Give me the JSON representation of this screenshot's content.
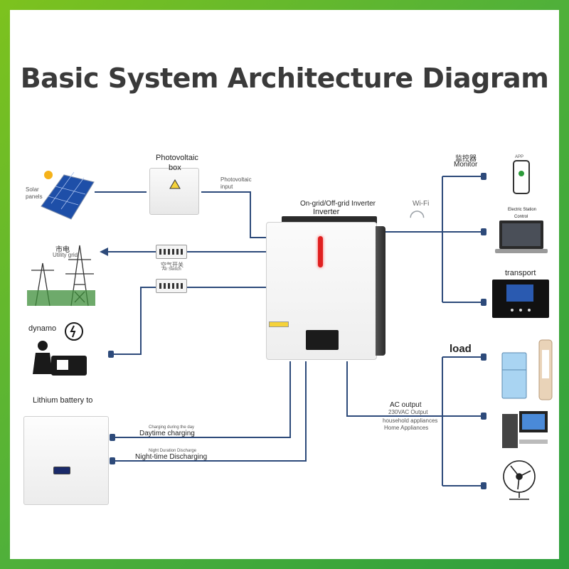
{
  "title": "Basic System Architecture Diagram",
  "labels": {
    "photovoltaic_box": "Photovoltaic",
    "photovoltaic_box_2": "box",
    "solar_panels": "Solar panels",
    "photovoltaic_input": "Photovoltaic input",
    "utility_grid_cn": "市电",
    "utility_grid": "Utility grid",
    "breaker_label": "空气开关",
    "breaker_sub": "Air Switch",
    "dynamo": "dynamo",
    "lithium_battery": "Lithium battery to",
    "daytime_charging_small": "Charging during the day",
    "daytime_charging": "Daytime charging",
    "night_discharge_small": "Night Duration Discharge",
    "night_discharge": "Night-time Discharging",
    "inverter_type": "On-grid/Off-grid Inverter",
    "inverter": "Inverter",
    "wifi": "Wi-Fi",
    "monitor_cn": "监控器",
    "monitor": "Monitor",
    "app": "APP",
    "electric_station": "Electric Station",
    "control": "Control",
    "transport": "transport",
    "load": "load",
    "ac_output": "AC output",
    "ac_output_sub": "230VAC Output",
    "household": "household appliances",
    "home_appliances": "Home Appliances"
  },
  "icons": [
    "solar-panel-icon",
    "junction-box-icon",
    "power-tower-icon",
    "generator-icon",
    "battery-icon",
    "inverter-icon",
    "wifi-icon",
    "phone-icon",
    "laptop-icon",
    "monitor-screen-icon",
    "fridge-icon",
    "air-conditioner-icon",
    "computer-icon",
    "fan-icon",
    "plug-icon"
  ],
  "colors": {
    "wire": "#2d4a7a",
    "led": "#e02020",
    "frame_green": "#5ab52a"
  }
}
